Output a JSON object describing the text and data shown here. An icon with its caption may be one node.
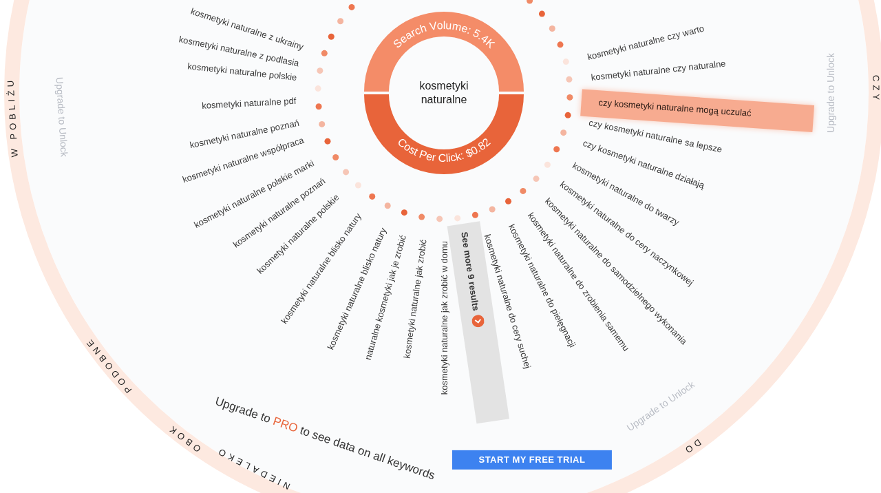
{
  "diagram": {
    "nodes": [
      {
        "text": [
          "Search Volume: 5.4K",
          "kosmetyki naturalne",
          "Cost Per Click: $0.82"
        ]
      },
      {
        "text": [
          "czy kosmetyki naturalne mogą uczulać"
        ]
      },
      {
        "text": [
          "See more 9 results"
        ]
      },
      {
        "text": [
          "START MY FREE TRIAL"
        ]
      }
    ],
    "labels": [
      "kosmetyki naturalne z ukrainy",
      "kosmetyki naturalne z podlasia",
      "kosmetyki naturalne polskie",
      "kosmetyki naturalne pdf",
      "kosmetyki naturalne poznań",
      "kosmetyki naturalne współpraca",
      "kosmetyki naturalne polskie marki",
      "kosmetyki naturalne poznań",
      "kosmetyki naturalne polskie",
      "kosmetyki naturalne blisko natury",
      "kosmetyki naturalne blisko natury",
      "naturalne kosmetyki jak je zrobić",
      "kosmetyki naturalne jak zrobić",
      "kosmetyki naturalne jak zrobić w domu",
      "kosmetyki naturalne czy warto",
      "kosmetyki naturalne czy naturalne",
      "czy kosmetyki naturalne sa lepsze",
      "czy kosmetyki naturalne działają",
      "kosmetyki naturalne do twarzy",
      "kosmetyki naturalne do cery naczynkowej",
      "kosmetyki naturalne do samodzielnego wykonania",
      "kosmetyki naturalne do zrobienia samemu",
      "kosmetyki naturalne do pielęgnacji",
      "kosmetyki naturalne do cery suchej",
      "W POBLIŻU",
      "Upgrade to Unlock",
      "CZY",
      "Upgrade to Unlock",
      "PODOBNE",
      "OBOK",
      "NIEDALEKO",
      "Upgrade to PRO to see data on all keywords",
      "Upgrade to Unlock",
      "DO"
    ]
  }
}
